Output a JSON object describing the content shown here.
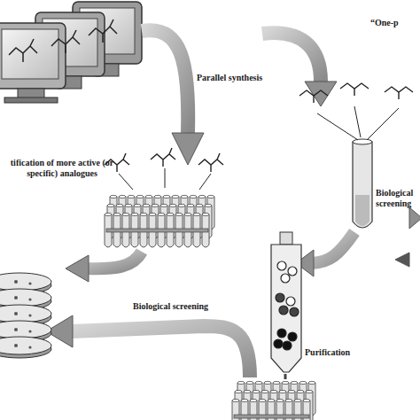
{
  "diagram": {
    "labels": [
      "“One-p",
      "Parallel synthesis",
      "Biological screening",
      "tification of more active (or specific) analogues",
      "Purification",
      "Biological screening"
    ]
  }
}
